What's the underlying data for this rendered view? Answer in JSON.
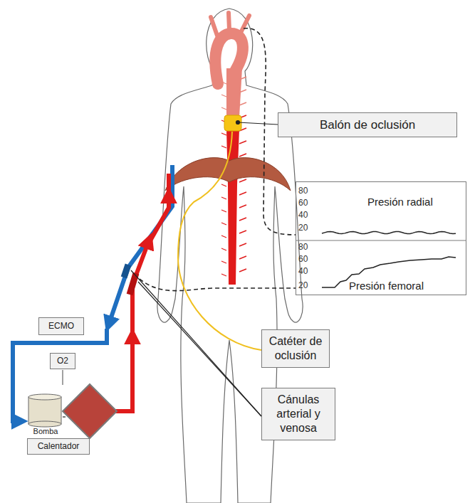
{
  "diagram": {
    "nodes": [
      {
        "text": [
          "Balón de oclusión"
        ]
      },
      {
        "text": [
          "Presión radial",
          "Presión femoral"
        ]
      },
      {
        "text": [
          "ECMO"
        ]
      },
      {
        "text": [
          "O2"
        ]
      },
      {
        "text": [
          "Bomba"
        ]
      },
      {
        "text": [
          "Calentador"
        ]
      },
      {
        "text": [
          "Catéter de oclusión"
        ]
      },
      {
        "text": [
          "Cánulas arterial y venosa"
        ]
      }
    ],
    "labels": [
      "80",
      "60",
      "40",
      "20",
      "80",
      "60",
      "40",
      "20"
    ]
  }
}
